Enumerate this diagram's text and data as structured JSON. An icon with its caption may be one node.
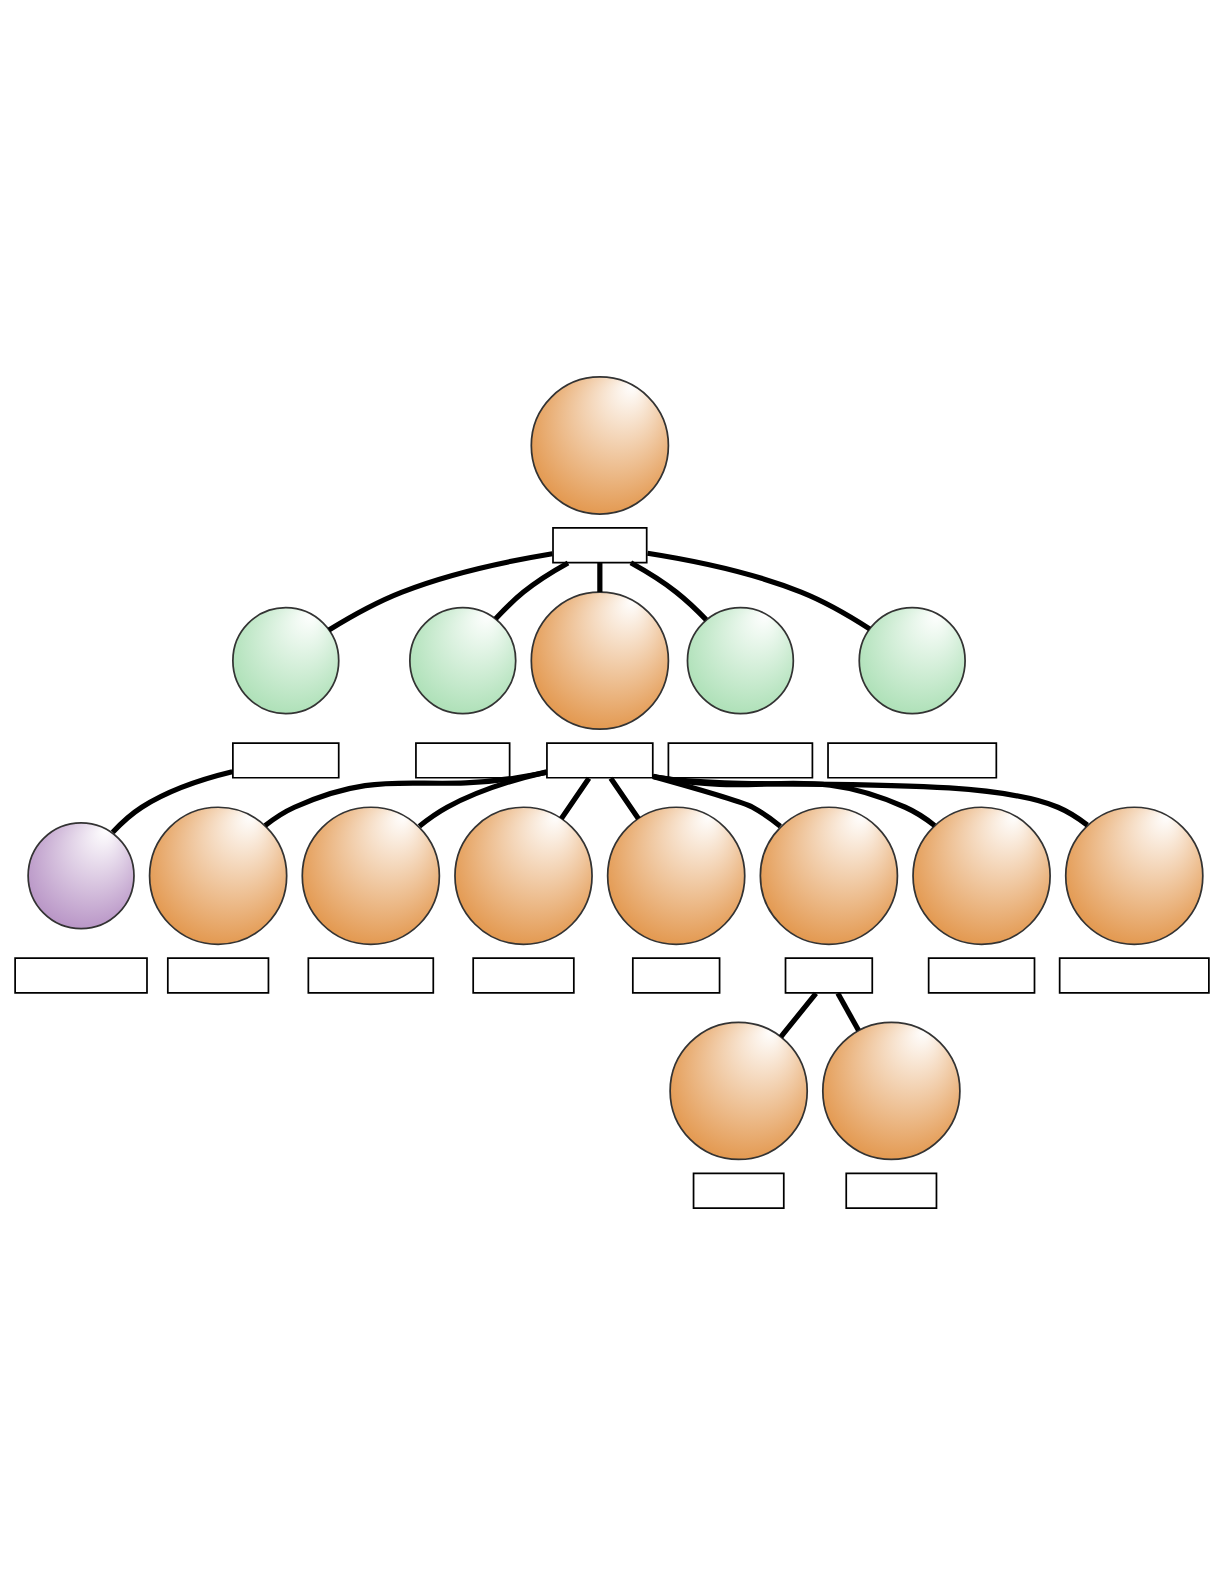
{
  "diagram": {
    "nodes": [
      {
        "text": [],
        "shape": "circle"
      },
      {
        "text": [],
        "shape": "box"
      },
      {
        "text": [],
        "shape": "circle"
      },
      {
        "text": [],
        "shape": "box"
      },
      {
        "text": [],
        "shape": "circle"
      },
      {
        "text": [],
        "shape": "box"
      },
      {
        "text": [],
        "shape": "circle"
      },
      {
        "text": [],
        "shape": "box"
      },
      {
        "text": [],
        "shape": "circle"
      },
      {
        "text": [],
        "shape": "box"
      },
      {
        "text": [],
        "shape": "circle"
      },
      {
        "text": [],
        "shape": "box"
      },
      {
        "text": [],
        "shape": "circle"
      },
      {
        "text": [],
        "shape": "box"
      },
      {
        "text": [],
        "shape": "circle"
      },
      {
        "text": [],
        "shape": "box"
      },
      {
        "text": [],
        "shape": "circle"
      },
      {
        "text": [],
        "shape": "box"
      },
      {
        "text": [],
        "shape": "circle"
      },
      {
        "text": [],
        "shape": "box"
      },
      {
        "text": [],
        "shape": "circle"
      },
      {
        "text": [],
        "shape": "box"
      },
      {
        "text": [],
        "shape": "circle"
      },
      {
        "text": [],
        "shape": "box"
      },
      {
        "text": [],
        "shape": "circle"
      },
      {
        "text": [],
        "shape": "box"
      },
      {
        "text": [],
        "shape": "circle"
      },
      {
        "text": [],
        "shape": "box"
      },
      {
        "text": [],
        "shape": "circle"
      },
      {
        "text": [],
        "shape": "box"
      },
      {
        "text": [],
        "shape": "circle"
      },
      {
        "text": [],
        "shape": "box"
      }
    ],
    "edges": [
      {
        "from": 1,
        "to": 2,
        "arrow": "none"
      },
      {
        "from": 1,
        "to": 4,
        "arrow": "none"
      },
      {
        "from": 1,
        "to": 6,
        "arrow": "none"
      },
      {
        "from": 1,
        "to": 8,
        "arrow": "none"
      },
      {
        "from": 1,
        "to": 10,
        "arrow": "none"
      },
      {
        "from": 3,
        "to": 12,
        "arrow": "none"
      },
      {
        "from": 7,
        "to": 14,
        "arrow": "none"
      },
      {
        "from": 7,
        "to": 16,
        "arrow": "none"
      },
      {
        "from": 7,
        "to": 18,
        "arrow": "none"
      },
      {
        "from": 7,
        "to": 20,
        "arrow": "none"
      },
      {
        "from": 7,
        "to": 22,
        "arrow": "none"
      },
      {
        "from": 7,
        "to": 24,
        "arrow": "none"
      },
      {
        "from": 7,
        "to": 26,
        "arrow": "none"
      },
      {
        "from": 23,
        "to": 28,
        "arrow": "none"
      },
      {
        "from": 23,
        "to": 30,
        "arrow": "none"
      }
    ]
  }
}
